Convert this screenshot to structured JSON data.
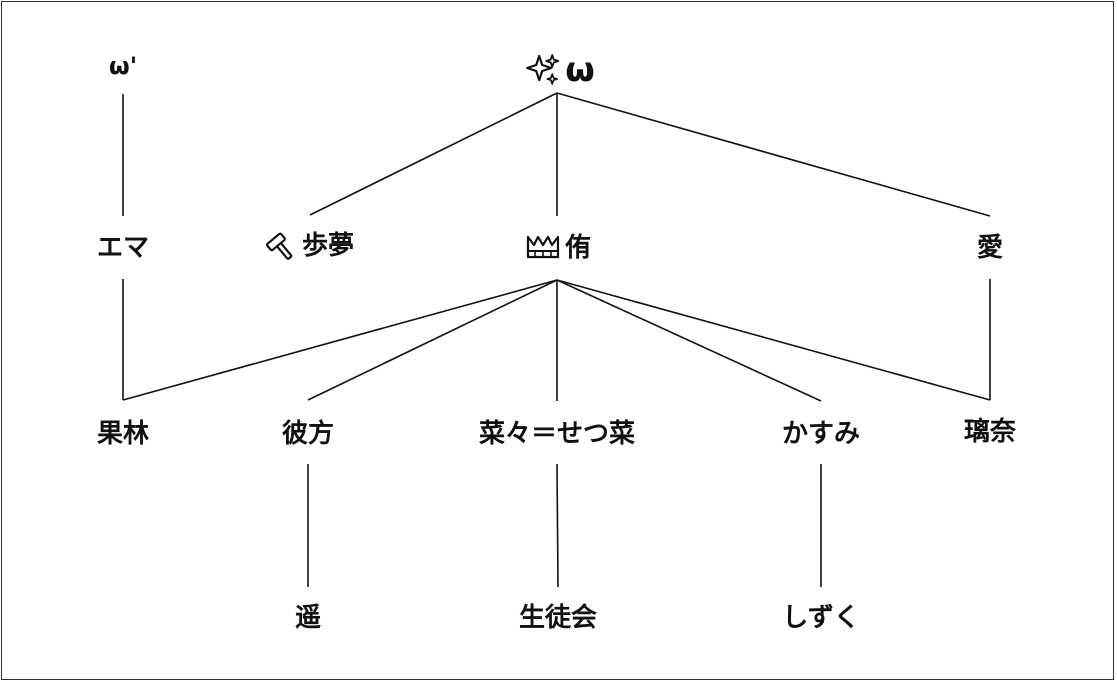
{
  "diagram": {
    "nodes": {
      "omega_prime": "ω'",
      "omega": "ω",
      "emma": "エマ",
      "ayumu": "歩夢",
      "yu": "侑",
      "ai": "愛",
      "karin": "果林",
      "kanata": "彼方",
      "nana": "菜々＝せつ菜",
      "kasumi": "かすみ",
      "rina": "璃奈",
      "haruka": "遥",
      "seitokai": "生徒会",
      "shizuku": "しずく"
    },
    "icons": {
      "omega": "sparkles-icon",
      "ayumu": "hammer-icon",
      "yu": "crown-icon"
    },
    "edges": [
      [
        "omega_prime",
        "emma"
      ],
      [
        "emma",
        "karin"
      ],
      [
        "omega",
        "ayumu"
      ],
      [
        "omega",
        "yu"
      ],
      [
        "omega",
        "ai"
      ],
      [
        "yu",
        "karin"
      ],
      [
        "yu",
        "kanata"
      ],
      [
        "yu",
        "nana"
      ],
      [
        "yu",
        "kasumi"
      ],
      [
        "yu",
        "rina"
      ],
      [
        "ai",
        "rina"
      ],
      [
        "kanata",
        "haruka"
      ],
      [
        "nana",
        "seitokai"
      ],
      [
        "kasumi",
        "shizuku"
      ]
    ]
  }
}
